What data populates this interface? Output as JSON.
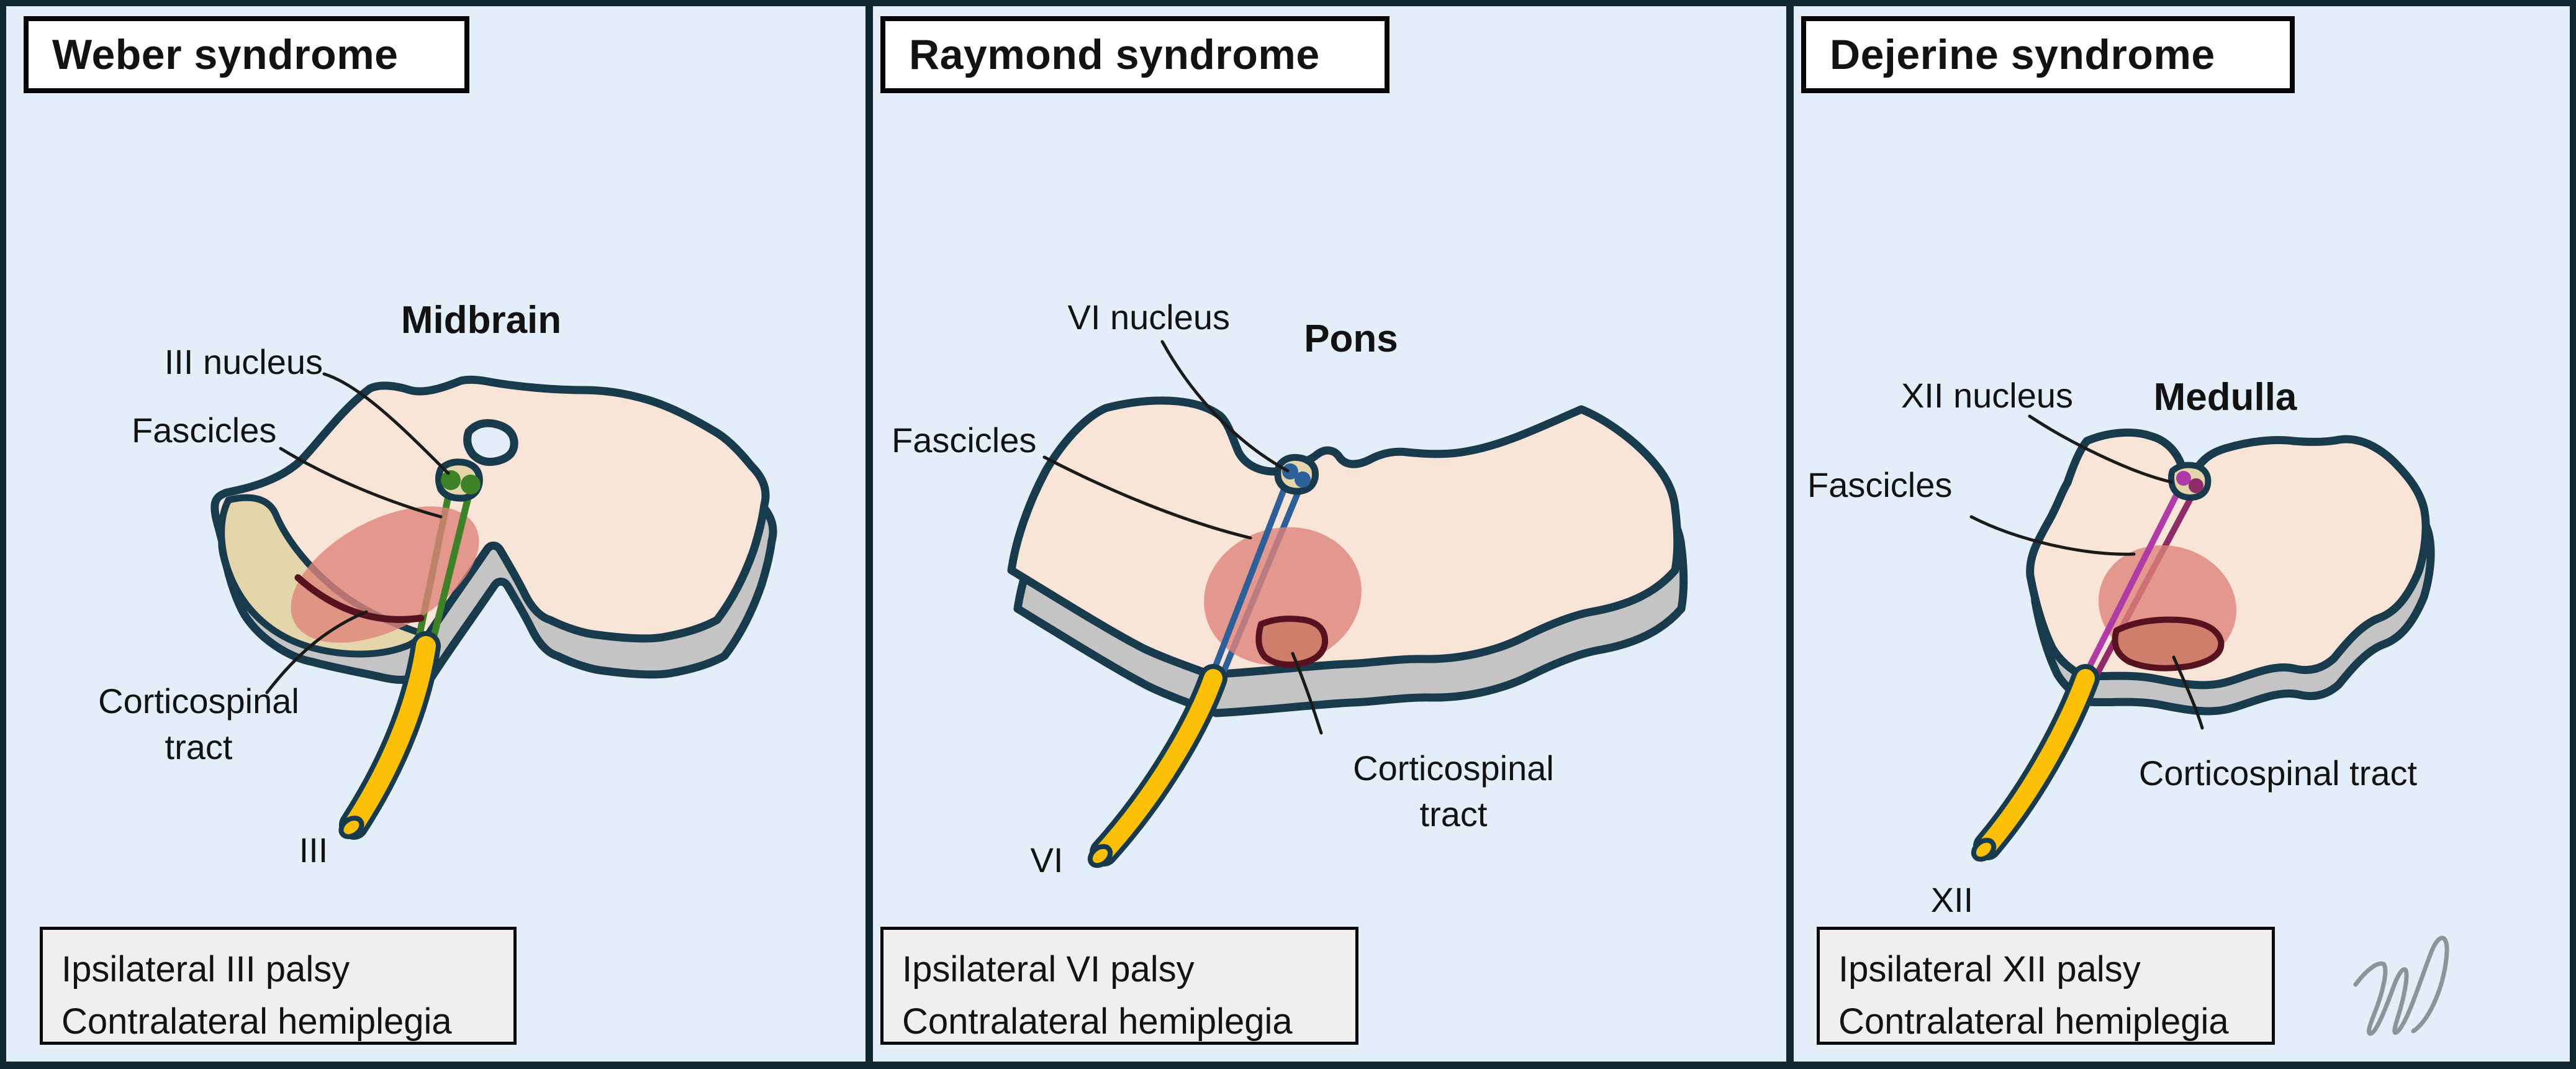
{
  "figure": {
    "panels": [
      {
        "id": "weber",
        "title": "Weber syndrome",
        "region": "Midbrain",
        "labels": {
          "nucleus": "III nucleus",
          "fascicles": "Fascicles",
          "tract_lines": [
            "Corticospinal",
            "tract"
          ],
          "nerve": "III"
        },
        "findings": [
          "Ipsilateral III palsy",
          "Contralateral hemiplegia"
        ]
      },
      {
        "id": "raymond",
        "title": "Raymond syndrome",
        "region": "Pons",
        "labels": {
          "nucleus": "VI nucleus",
          "fascicles": "Fascicles",
          "tract_lines": [
            "Corticospinal",
            "tract"
          ],
          "nerve": "VI"
        },
        "findings": [
          "Ipsilateral VI palsy",
          "Contralateral hemiplegia"
        ]
      },
      {
        "id": "dejerine",
        "title": "Dejerine syndrome",
        "region": "Medulla",
        "labels": {
          "nucleus": "XII nucleus",
          "fascicles": "Fascicles",
          "tract_lines": [
            "Corticospinal tract"
          ],
          "nerve": "XII"
        },
        "findings": [
          "Ipsilateral XII palsy",
          "Contralateral hemiplegia"
        ]
      }
    ],
    "colors": {
      "background": "#e4eef8",
      "frame": "#0e2731",
      "outline": "#173a4c",
      "flesh": "#f9e4d8",
      "cut_surface_gray": "#c4c4c4",
      "nucleus_tan": "#e5d5ab",
      "lesion_red": "#dd837a",
      "corticospinal_tract": "#cf7e6b",
      "tract_outline_maroon": "#57121f",
      "fascicle_green": "#3e8127",
      "fascicle_blue": "#2d5f9a",
      "fascicle_magenta": "#b03aa6",
      "fascicle_purple_dark": "#8f2b66",
      "nerve_yellow": "#f9c006",
      "findings_box": "#f0efed",
      "signature_gray": "#8d939b"
    }
  }
}
